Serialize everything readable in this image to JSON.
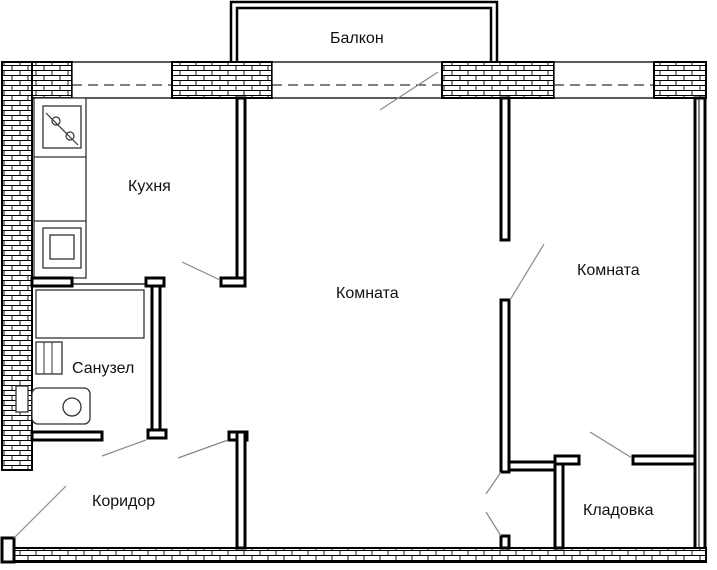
{
  "rooms": {
    "balcony": "Балкон",
    "kitchen": "Кухня",
    "room_main": "Комната",
    "room_right": "Комната",
    "bathroom": "Санузел",
    "corridor": "Коридор",
    "storage": "Кладовка"
  },
  "colors": {
    "wall": "#000000",
    "background": "#ffffff",
    "brick_fill": "#ffffff"
  },
  "icons": {
    "stove": "stove-icon",
    "oven": "oven-icon",
    "sink": "sink-icon",
    "bathtub": "bathtub-icon"
  }
}
